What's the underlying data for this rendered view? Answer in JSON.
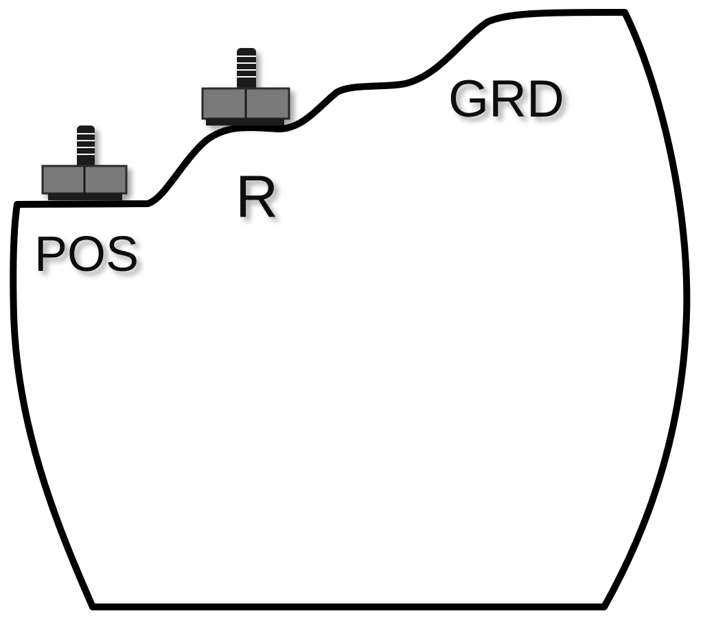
{
  "diagram": {
    "terminals": [
      {
        "id": "pos",
        "label": "POS"
      },
      {
        "id": "r",
        "label": "R"
      },
      {
        "id": "grd",
        "label": "GRD"
      }
    ]
  }
}
